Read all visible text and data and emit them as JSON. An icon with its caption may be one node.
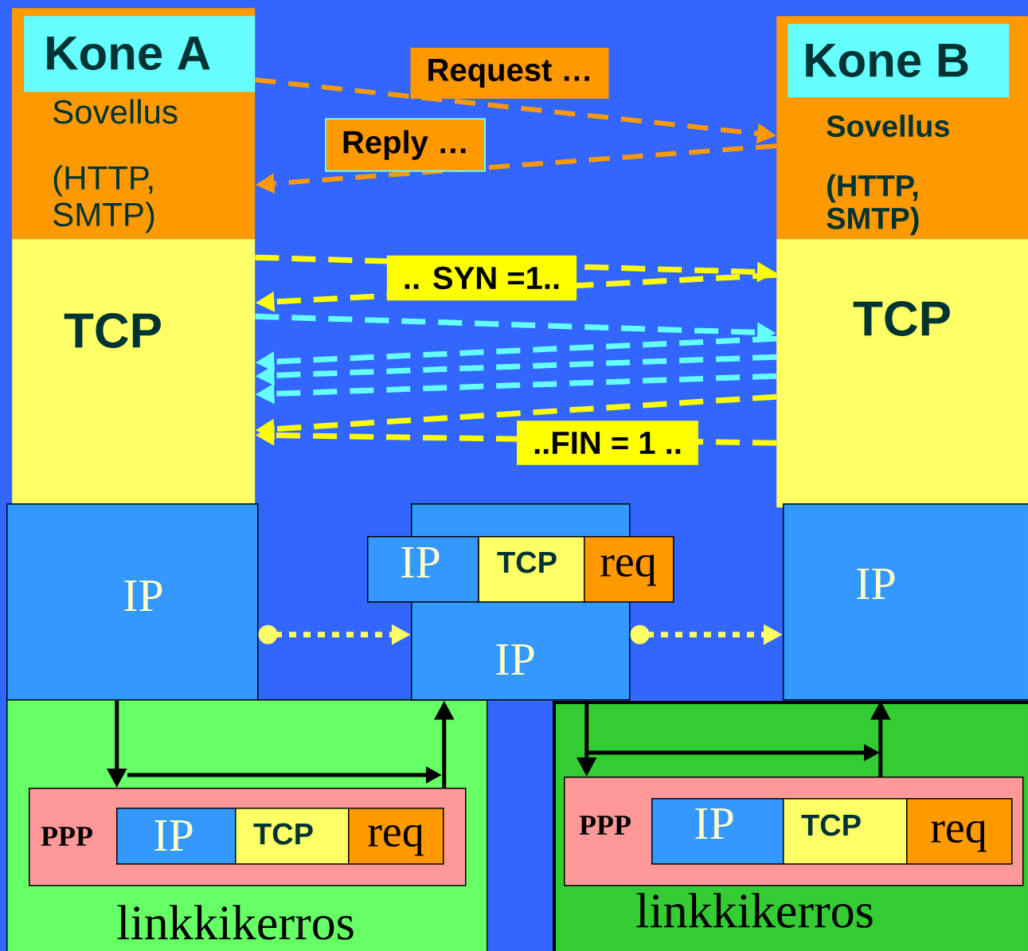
{
  "diagram": {
    "nodes": [
      {
        "text": [
          "Sovellus",
          "(HTTP, SMTP)"
        ]
      },
      {
        "text": [
          "Kone A"
        ],
        "in": 0
      },
      {
        "text": [
          "TCP"
        ]
      },
      {
        "text": [
          "IP"
        ]
      },
      {
        "text": [
          "linkkikerros"
        ]
      },
      {
        "text": [
          "PPP"
        ],
        "in": 4
      },
      {
        "text": [
          "IP"
        ],
        "in": 5
      },
      {
        "text": [
          "TCP"
        ],
        "in": 5
      },
      {
        "text": [
          "req"
        ],
        "in": 5
      },
      {
        "text": [
          "IP"
        ]
      },
      {
        "text": [
          "IP"
        ]
      },
      {
        "text": [
          "TCP"
        ],
        "in": 9
      },
      {
        "text": [
          "req"
        ]
      },
      {
        "text": [
          "Sovellus",
          "(HTTP, SMTP)"
        ]
      },
      {
        "text": [
          "Kone B"
        ],
        "in": 13
      },
      {
        "text": [
          "TCP"
        ]
      },
      {
        "text": [
          "IP"
        ]
      },
      {
        "text": [
          "linkkikerros"
        ]
      },
      {
        "text": [
          "PPP"
        ],
        "in": 17
      },
      {
        "text": [
          "IP"
        ],
        "in": 18
      },
      {
        "text": [
          "TCP"
        ],
        "in": 18
      },
      {
        "text": [
          "req"
        ],
        "in": 18
      }
    ],
    "edges": [
      {
        "from": 0,
        "to": 13,
        "arrow": "to",
        "label": "Request …",
        "style": "dashed",
        "color": "#ff9900"
      },
      {
        "from": 13,
        "to": 0,
        "arrow": "to",
        "label": "Reply …",
        "style": "dashed",
        "color": "#ff9900"
      },
      {
        "from": 2,
        "to": 15,
        "arrow": "to",
        "label": ".. SYN =1..",
        "style": "dashed",
        "color": "#ffff00"
      },
      {
        "from": 15,
        "to": 2,
        "arrow": "to",
        "style": "dashed",
        "color": "#ffff00"
      },
      {
        "from": 2,
        "to": 15,
        "arrow": "to",
        "style": "dashed",
        "color": "#66ffff"
      },
      {
        "from": 15,
        "to": 2,
        "arrow": "to",
        "style": "dashed",
        "color": "#66ffff"
      },
      {
        "from": 15,
        "to": 2,
        "arrow": "to",
        "style": "dashed",
        "color": "#66ffff"
      },
      {
        "from": 15,
        "to": 2,
        "arrow": "to",
        "style": "dashed",
        "color": "#66ffff"
      },
      {
        "from": 15,
        "to": 2,
        "arrow": "to",
        "style": "dashed",
        "color": "#ffff00"
      },
      {
        "from": 15,
        "to": 2,
        "arrow": "to",
        "label": "..FIN = 1 ..",
        "style": "dashed",
        "color": "#ffff00"
      },
      {
        "from": 3,
        "to": 9,
        "arrow": "to",
        "style": "dashed",
        "color": "#ffff66"
      },
      {
        "from": 9,
        "to": 16,
        "arrow": "to",
        "style": "dashed",
        "color": "#ffff66"
      },
      {
        "from": 3,
        "to": 5,
        "arrow": "to",
        "color": "#000000"
      },
      {
        "from": 5,
        "to": 9,
        "arrow": "to",
        "color": "#000000"
      },
      {
        "from": 9,
        "to": 18,
        "arrow": "to",
        "color": "#000000"
      },
      {
        "from": 18,
        "to": 16,
        "arrow": "to",
        "color": "#000000"
      }
    ]
  }
}
